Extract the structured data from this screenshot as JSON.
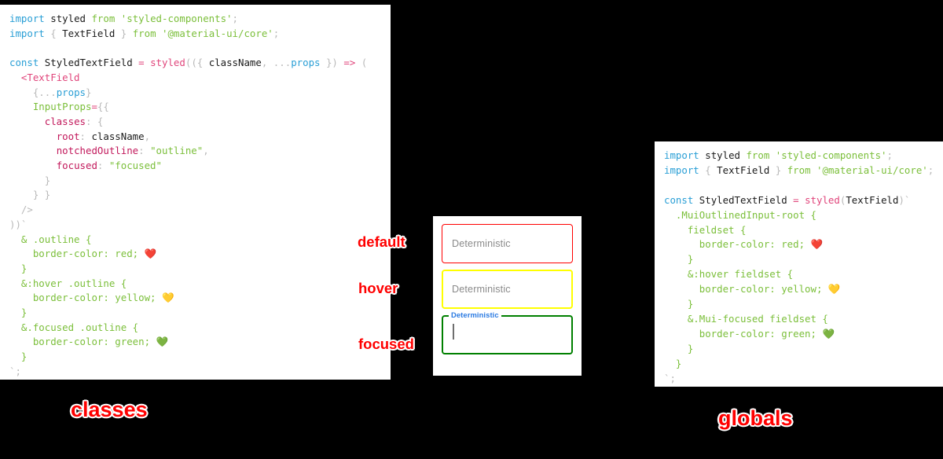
{
  "background_color": "#000000",
  "panels": {
    "classes": {
      "title": "classes",
      "background": "#ffffff",
      "code_lines": [
        "import styled from 'styled-components';",
        "import { TextField } from '@material-ui/core';",
        "",
        "const StyledTextField = styled(({ className, ...props }) => (",
        "  <TextField",
        "    {...props}",
        "    InputProps={{",
        "      classes: {",
        "        root: className,",
        "        notchedOutline: \"outline\",",
        "        focused: \"focused\"",
        "      }",
        "    } }",
        "  />",
        "))`",
        "  & .outline {",
        "    border-color: red; ❤️",
        "  }",
        "  &:hover .outline {",
        "    border-color: yellow; 💛",
        "  }",
        "  &.focused .outline {",
        "    border-color: green; 💚",
        "  }",
        "`;"
      ]
    },
    "globals": {
      "title": "globals",
      "background": "#ffffff",
      "code_lines": [
        "import styled from 'styled-components';",
        "import { TextField } from '@material-ui/core';",
        "",
        "const StyledTextField = styled(TextField)`",
        "  .MuiOutlinedInput-root {",
        "    fieldset {",
        "      border-color: red; ❤️",
        "    }",
        "    &:hover fieldset {",
        "      border-color: yellow; 💛",
        "    }",
        "    &.Mui-focused fieldset {",
        "      border-color: green; 💚",
        "    }",
        "  }",
        "`;"
      ]
    }
  },
  "demo": {
    "background": "#ffffff",
    "fields": [
      {
        "state": "default",
        "annotation": "default",
        "text": "Deterministic",
        "border_color": "#ff0000",
        "label_visible": false,
        "caret_visible": false
      },
      {
        "state": "hover",
        "annotation": "hover",
        "text": "Deterministic",
        "border_color": "#ffff00",
        "label_visible": false,
        "caret_visible": false
      },
      {
        "state": "focused",
        "annotation": "focused",
        "text": "",
        "label": "Deterministic",
        "label_color": "#2a7ae2",
        "border_color": "#008000",
        "label_visible": true,
        "caret_visible": true
      }
    ]
  },
  "tokens": {
    "keyword_color": "#2a9fd6",
    "string_color": "#7bbf3a",
    "operator_color": "#e0457b",
    "key_color": "#c2185b",
    "annotation_color": "#ff0000"
  }
}
